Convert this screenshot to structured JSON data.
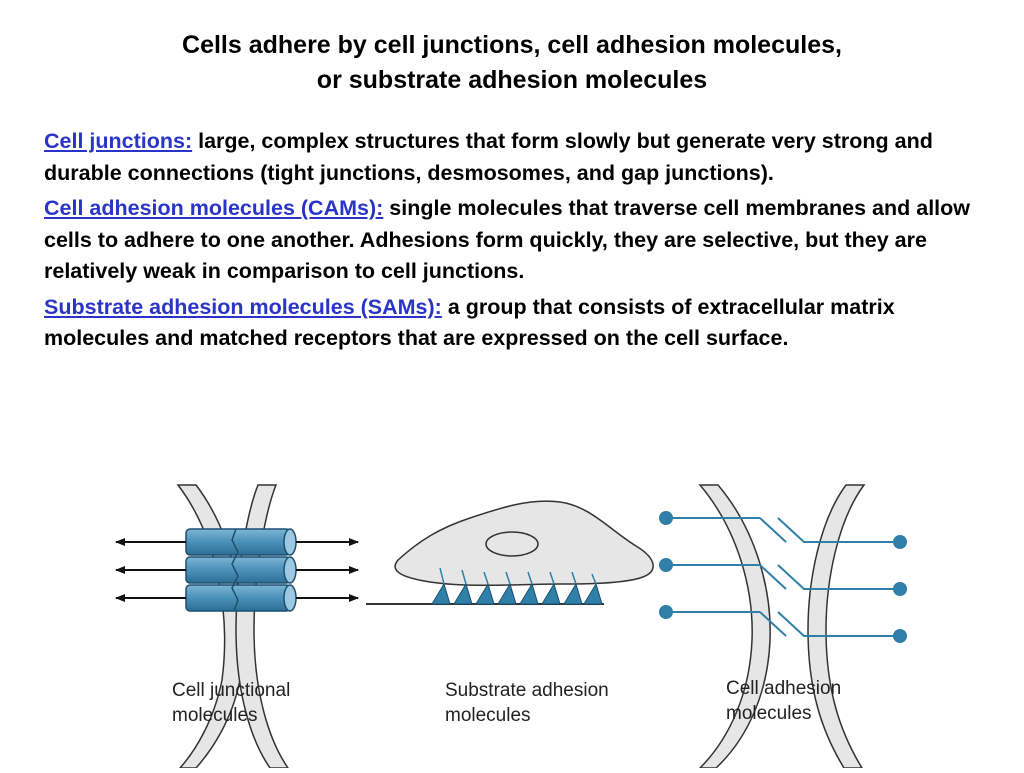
{
  "title": {
    "line1": "Cells adhere by cell junctions, cell adhesion molecules,",
    "line2": "or substrate adhesion molecules"
  },
  "definitions": [
    {
      "term": "Cell junctions:",
      "text": " large, complex structures that form slowly but generate very strong and durable connections (tight junctions, desmosomes, and gap junctions)."
    },
    {
      "term": "Cell adhesion molecules (CAMs):",
      "text": " single molecules that traverse cell membranes and allow cells to adhere to one another. Adhesions form quickly, they are selective, but they are relatively weak in comparison to cell junctions."
    },
    {
      "term": "Substrate adhesion molecules (SAMs):",
      "text": " a group that consists of extracellular matrix molecules and matched receptors that are expressed on the cell surface."
    }
  ],
  "diagram": {
    "captions": {
      "junctional": {
        "line1": "Cell junctional",
        "line2": "molecules"
      },
      "substrate": {
        "line1": "Substrate adhesion",
        "line2": "molecules"
      },
      "adhesion": {
        "line1": "Cell adhesion",
        "line2": "molecules"
      }
    },
    "colors": {
      "cylinder": "#4a90b8",
      "cylinder_dark": "#2d6f96",
      "membrane": "#e6e6e6",
      "membrane_edge": "#333333",
      "receptor": "#2f7fa8"
    }
  }
}
